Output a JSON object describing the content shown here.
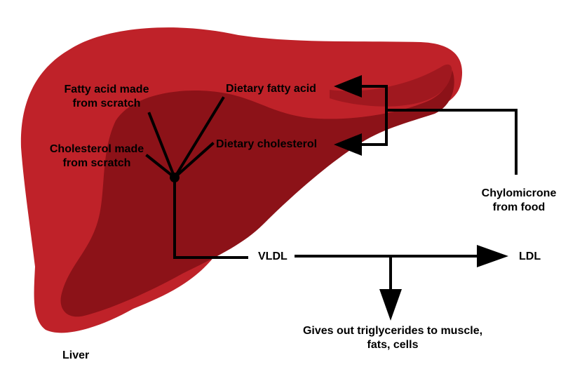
{
  "diagram": {
    "organ": "Liver",
    "colors": {
      "liver_outer": "#bf2229",
      "liver_inner": "#8c1218",
      "liver_inner_shade": "#a0181f",
      "arrow": "#000000",
      "background": "#ffffff"
    },
    "labels": {
      "fatty_acid_line1": "Fatty acid made",
      "fatty_acid_line2": "from scratch",
      "dietary_fatty_acid": "Dietary fatty acid",
      "cholesterol_line1": "Cholesterol made",
      "cholesterol_line2": "from scratch",
      "dietary_cholesterol": "Dietary cholesterol",
      "chylomicrone_line1": "Chylomicrone",
      "chylomicrone_line2": "from food",
      "vldl": "VLDL",
      "ldl": "LDL",
      "gives_out_line1": "Gives out triglycerides to muscle,",
      "gives_out_line2": "fats, cells",
      "liver": "Liver"
    },
    "flows": [
      {
        "from": "Chylomicrone from food",
        "to": "Dietary fatty acid"
      },
      {
        "from": "Chylomicrone from food",
        "to": "Dietary cholesterol"
      },
      {
        "from": "Fatty acid made from scratch",
        "to": "VLDL"
      },
      {
        "from": "Dietary fatty acid",
        "to": "VLDL"
      },
      {
        "from": "Cholesterol made from scratch",
        "to": "VLDL"
      },
      {
        "from": "Dietary cholesterol",
        "to": "VLDL"
      },
      {
        "from": "VLDL",
        "to": "LDL"
      },
      {
        "from": "VLDL",
        "to": "Gives out triglycerides to muscle, fats, cells"
      }
    ]
  }
}
